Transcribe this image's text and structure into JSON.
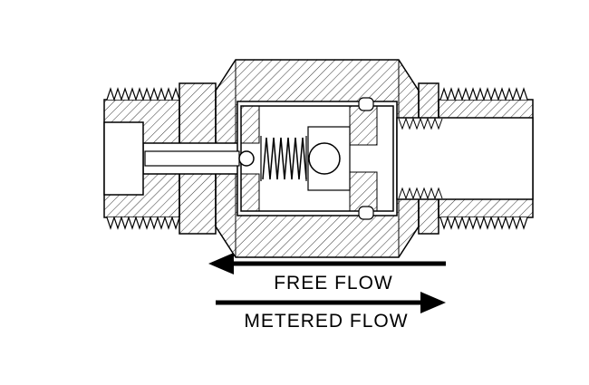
{
  "diagram": {
    "type": "valve-cross-section",
    "description_visible_text_only": true
  },
  "arrows": [
    {
      "label": "FREE FLOW",
      "direction": "left"
    },
    {
      "label": "METERED FLOW",
      "direction": "right"
    }
  ],
  "colors": {
    "line": "#000000",
    "background": "#ffffff"
  }
}
